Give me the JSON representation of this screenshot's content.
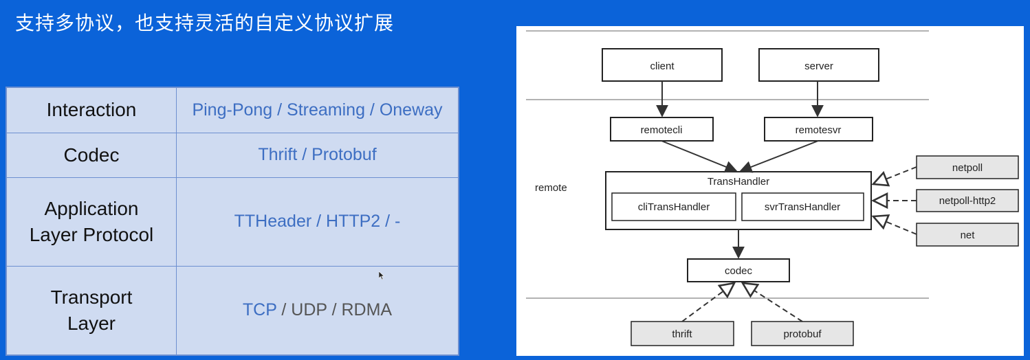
{
  "title": "支持多协议，也支持灵活的自定义协议扩展",
  "protocol_table": {
    "rows": [
      {
        "layer_lines": [
          "Interaction"
        ],
        "implementations": [
          {
            "text": "Ping-Pong / Streaming / Oneway",
            "color": "#3d6ec2"
          }
        ]
      },
      {
        "layer_lines": [
          "Codec"
        ],
        "implementations": [
          {
            "text": "Thrift / Protobuf",
            "color": "#3d6ec2"
          }
        ]
      },
      {
        "layer_lines": [
          "Application",
          "Layer Protocol"
        ],
        "implementations": [
          {
            "text": "TTHeader / HTTP2 / -",
            "color": "#3d6ec2"
          }
        ]
      },
      {
        "layer_lines": [
          "Transport",
          "Layer"
        ],
        "implementations": [
          {
            "text": "TCP",
            "color": "#3d6ec2"
          },
          {
            "text": " / UDP / RDMA",
            "color": "#555555"
          }
        ]
      }
    ]
  },
  "diagram": {
    "region_label": "remote",
    "nodes": {
      "client": "client",
      "server": "server",
      "remotecli": "remotecli",
      "remotesvr": "remotesvr",
      "transhandler": "TransHandler",
      "clitranshandler": "cliTransHandler",
      "svrtranshandler": "svrTransHandler",
      "codec": "codec",
      "netpoll": "netpoll",
      "netpoll_http2": "netpoll-http2",
      "net": "net",
      "thrift": "thrift",
      "protobuf": "protobuf"
    },
    "colors": {
      "extension_fill": "#e6e6e6",
      "stroke": "#222222"
    }
  }
}
